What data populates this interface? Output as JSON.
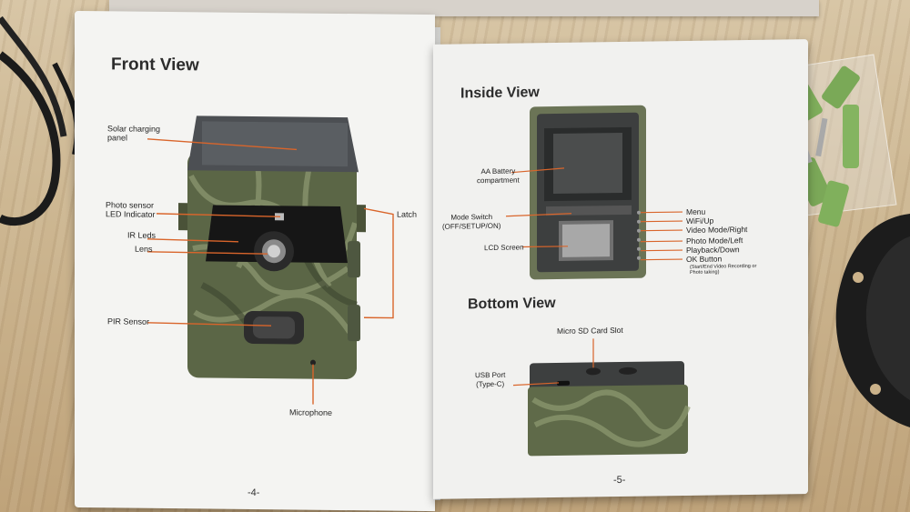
{
  "manual": {
    "front_view": {
      "title": "Front View",
      "labels": {
        "solar_panel_l1": "Solar charging",
        "solar_panel_l2": "panel",
        "photo_sensor_l1": "Photo sensor",
        "photo_sensor_l2": "LED Indicator",
        "ir_leds": "IR Leds",
        "lens": "Lens",
        "latch": "Latch",
        "pir_sensor": "PIR Sensor",
        "microphone": "Microphone"
      },
      "page_number": "-4-"
    },
    "inside_view": {
      "title": "Inside View",
      "labels": {
        "battery_l1": "AA Battery",
        "battery_l2": "compartment",
        "mode_switch_l1": "Mode Switch",
        "mode_switch_l2": "(OFF/SETUP/ON)",
        "lcd_screen": "LCD Screen",
        "menu": "Menu",
        "wifi_up": "WiFi/Up",
        "video_mode_right": "Video Mode/Right",
        "photo_mode_left": "Photo Mode/Left",
        "playback_down": "Playback/Down",
        "ok_button": "OK Button",
        "ok_note_l1": "(Start/End Video Recording or",
        "ok_note_l2": "Photo taking)"
      }
    },
    "bottom_view": {
      "title": "Bottom View",
      "labels": {
        "micro_sd": "Micro SD Card Slot",
        "usb_port_l1": "USB Port",
        "usb_port_l2": "(Type-C)"
      },
      "page_number": "-5-"
    }
  },
  "colors": {
    "callout": "#d9652b",
    "camo_base": "#5b6646",
    "page": "#f4f4f2"
  }
}
